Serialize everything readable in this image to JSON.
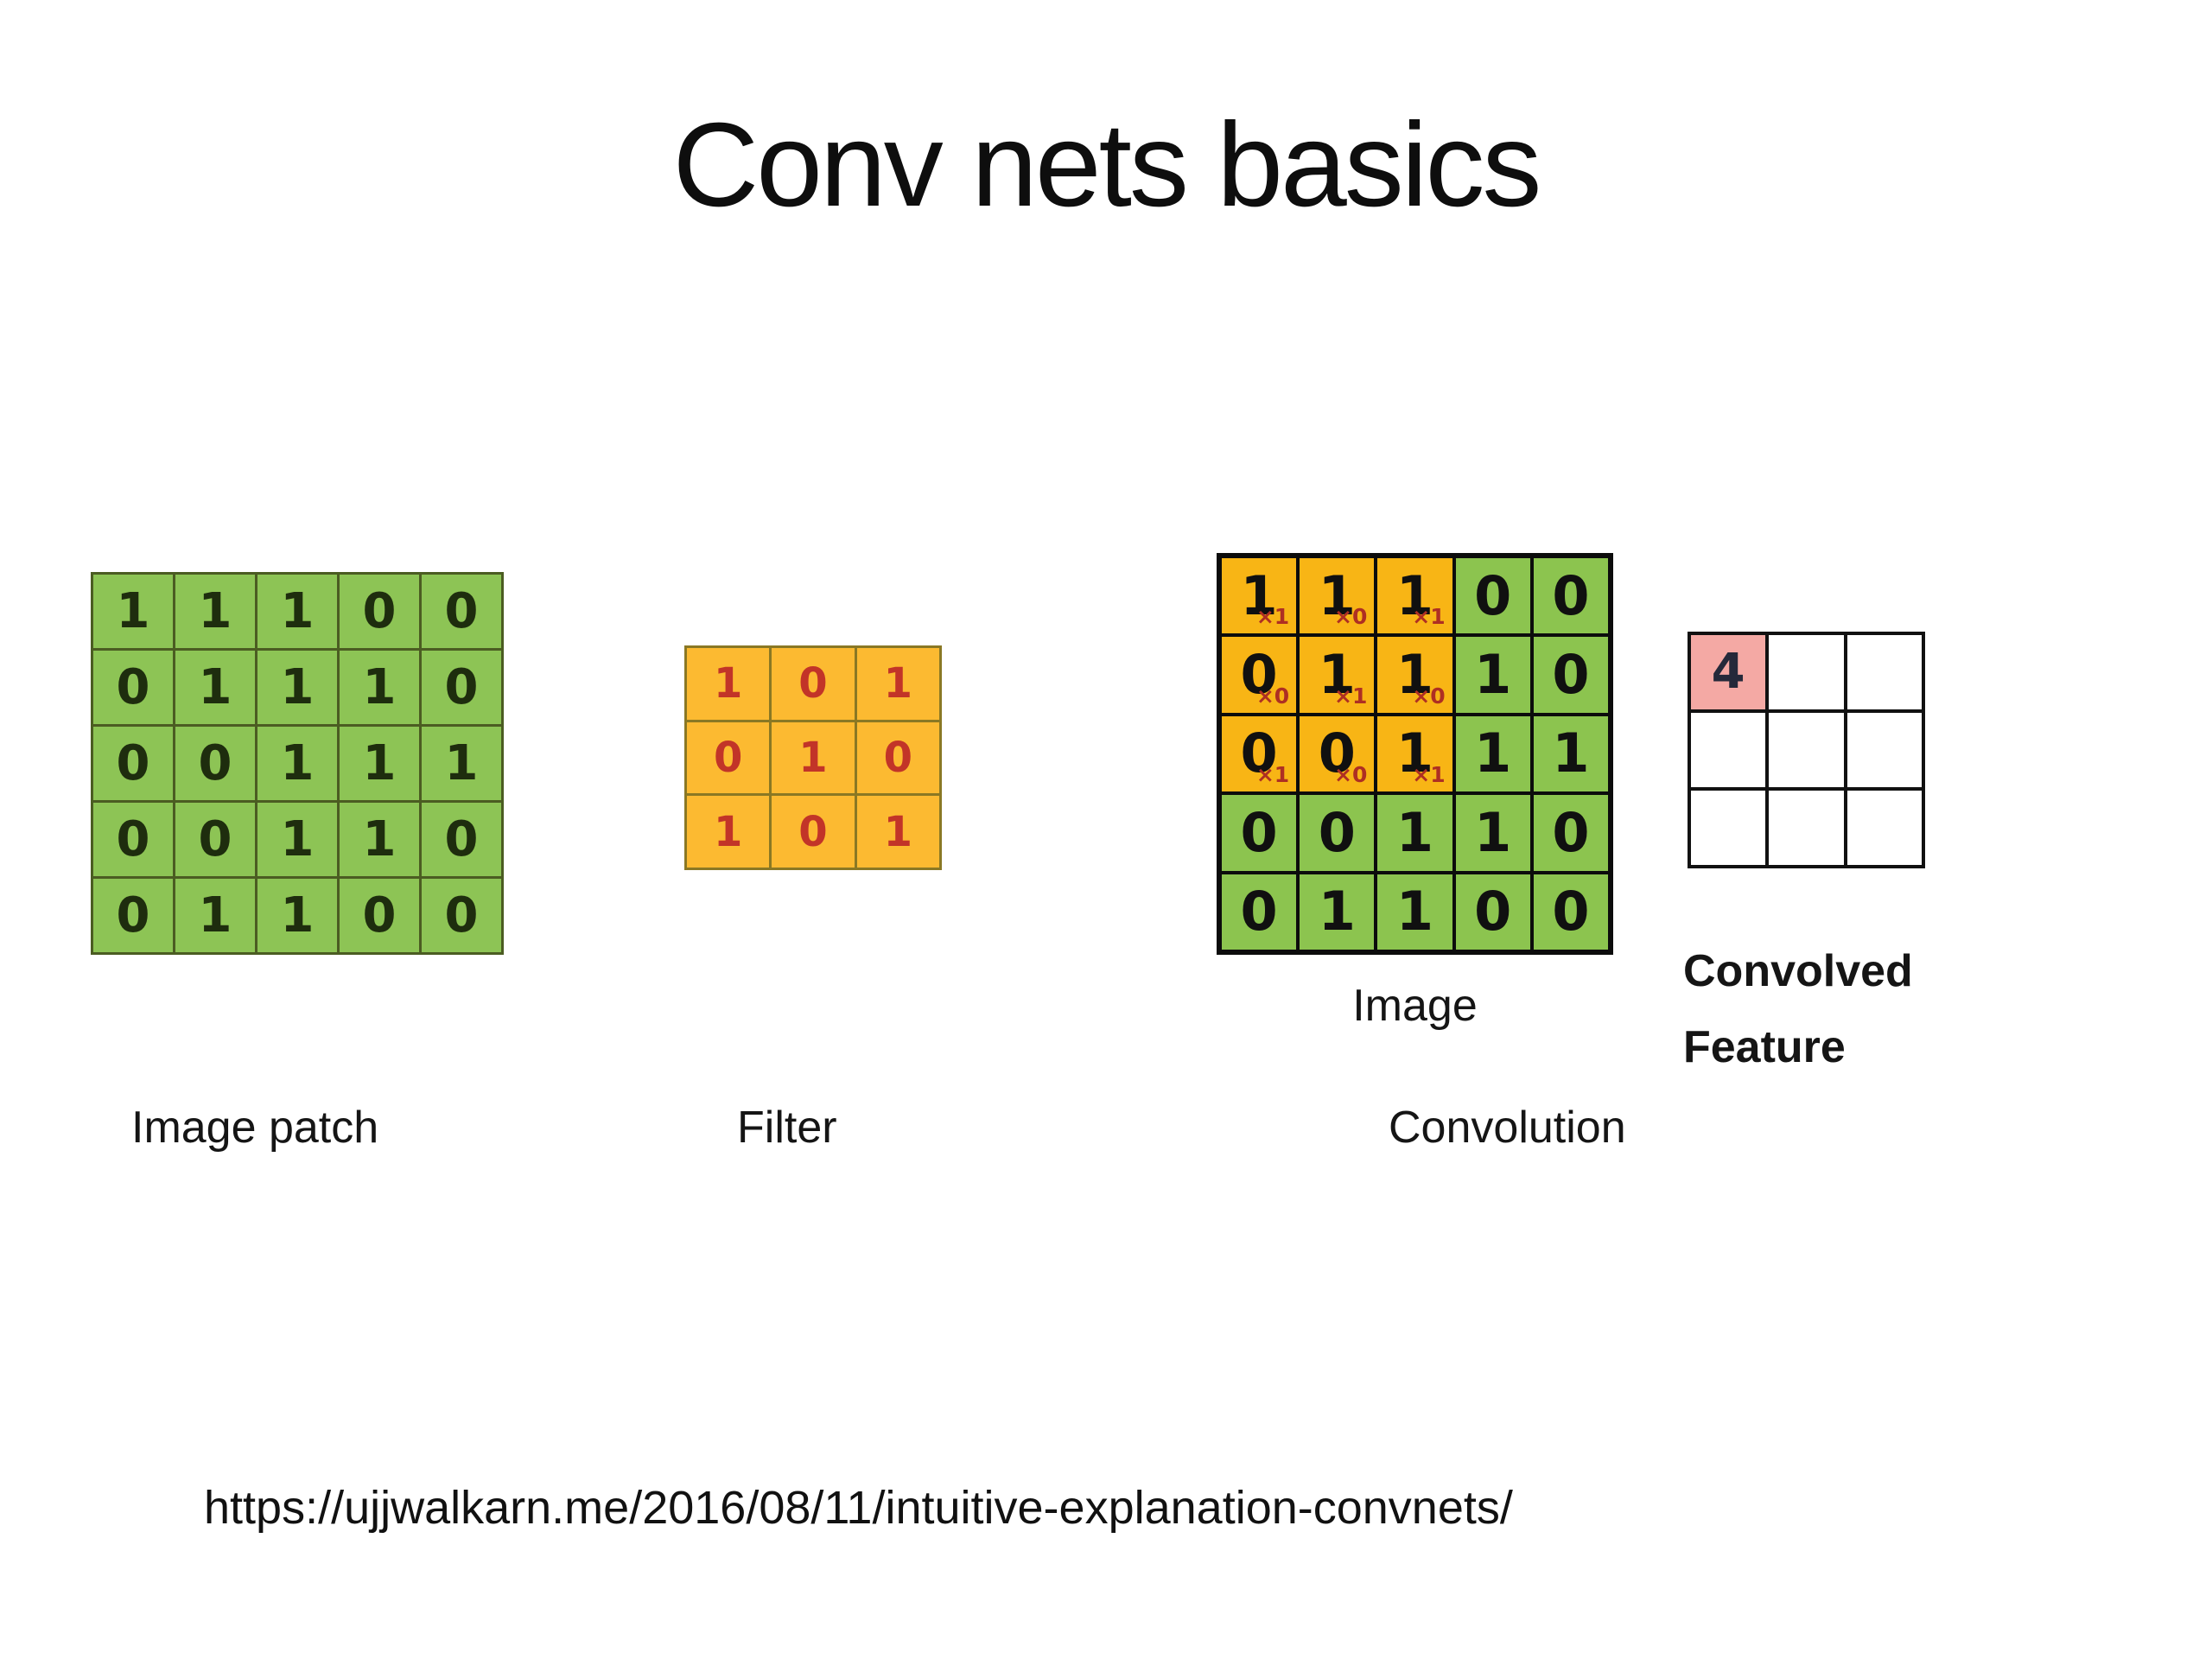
{
  "slide": {
    "title": "Conv nets basics",
    "source_url": "https://ujjwalkarn.me/2016/08/11/intuitive-explanation-convnets/"
  },
  "labels": {
    "image_patch": "Image patch",
    "filter": "Filter",
    "convolution": "Convolution",
    "image": "Image",
    "convolved_feature_line1": "Convolved",
    "convolved_feature_line2": "Feature"
  },
  "colors": {
    "slide_background": "#ffffff",
    "patch_green": "#8dc455",
    "patch_line": "#4b5c22",
    "patch_digit": "#1e2d0e",
    "filter_orange": "#fcba31",
    "filter_line": "#8a7824",
    "filter_digit_red": "#c23428",
    "conv_orange": "#f8b515",
    "conv_green": "#8cc44f",
    "conv_line": "#0c0c0c",
    "conv_digit": "#101010",
    "multiplier_red": "#ae2f23",
    "feature_pink": "#f4a9a4",
    "feature_line": "#111111",
    "feature_digit": "#25293a",
    "label_text": "#151515"
  },
  "grids": {
    "image_patch": {
      "rows": 5,
      "cols": 5,
      "cells": [
        [
          1,
          1,
          1,
          0,
          0
        ],
        [
          0,
          1,
          1,
          1,
          0
        ],
        [
          0,
          0,
          1,
          1,
          1
        ],
        [
          0,
          0,
          1,
          1,
          0
        ],
        [
          0,
          1,
          1,
          0,
          0
        ]
      ]
    },
    "filter": {
      "rows": 3,
      "cols": 3,
      "cells": [
        [
          1,
          0,
          1
        ],
        [
          0,
          1,
          0
        ],
        [
          1,
          0,
          1
        ]
      ]
    },
    "convolution_image": {
      "rows": 5,
      "cols": 5,
      "cells": [
        [
          {
            "v": "1",
            "s": "×1",
            "c": "orange"
          },
          {
            "v": "1",
            "s": "×0",
            "c": "orange"
          },
          {
            "v": "1",
            "s": "×1",
            "c": "orange"
          },
          {
            "v": "0",
            "c": "cgreen"
          },
          {
            "v": "0",
            "c": "cgreen"
          }
        ],
        [
          {
            "v": "0",
            "s": "×0",
            "c": "orange"
          },
          {
            "v": "1",
            "s": "×1",
            "c": "orange"
          },
          {
            "v": "1",
            "s": "×0",
            "c": "orange"
          },
          {
            "v": "1",
            "c": "cgreen"
          },
          {
            "v": "0",
            "c": "cgreen"
          }
        ],
        [
          {
            "v": "0",
            "s": "×1",
            "c": "orange"
          },
          {
            "v": "0",
            "s": "×0",
            "c": "orange"
          },
          {
            "v": "1",
            "s": "×1",
            "c": "orange"
          },
          {
            "v": "1",
            "c": "cgreen"
          },
          {
            "v": "1",
            "c": "cgreen"
          }
        ],
        [
          {
            "v": "0",
            "c": "cgreen"
          },
          {
            "v": "0",
            "c": "cgreen"
          },
          {
            "v": "1",
            "c": "cgreen"
          },
          {
            "v": "1",
            "c": "cgreen"
          },
          {
            "v": "0",
            "c": "cgreen"
          }
        ],
        [
          {
            "v": "0",
            "c": "cgreen"
          },
          {
            "v": "1",
            "c": "cgreen"
          },
          {
            "v": "1",
            "c": "cgreen"
          },
          {
            "v": "0",
            "c": "cgreen"
          },
          {
            "v": "0",
            "c": "cgreen"
          }
        ]
      ]
    },
    "convolved_feature": {
      "rows": 3,
      "cols": 3,
      "cells": [
        [
          {
            "v": "4",
            "c": "pink"
          },
          {
            "v": "",
            "c": "white"
          },
          {
            "v": "",
            "c": "white"
          }
        ],
        [
          {
            "v": "",
            "c": "white"
          },
          {
            "v": "",
            "c": "white"
          },
          {
            "v": "",
            "c": "white"
          }
        ],
        [
          {
            "v": "",
            "c": "white"
          },
          {
            "v": "",
            "c": "white"
          },
          {
            "v": "",
            "c": "white"
          }
        ]
      ]
    }
  }
}
